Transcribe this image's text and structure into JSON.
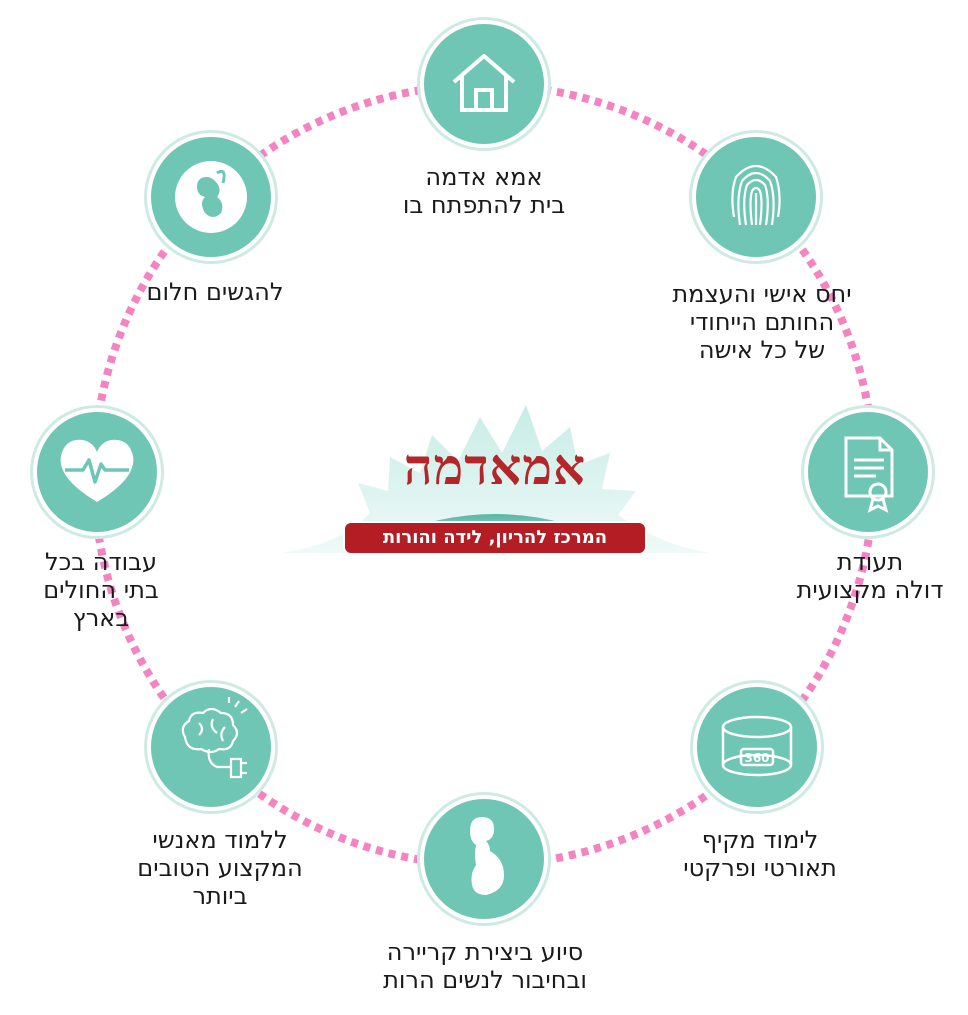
{
  "center_logo": {
    "title": "אמאדמה",
    "subtitle": "המרכז להריון, לידה והורות"
  },
  "colors": {
    "node_fill": "#6fc6b4",
    "ring_dots": "#f483c0",
    "logo_red": "#b51d25"
  },
  "items": [
    {
      "icon": "house-icon",
      "lines": [
        "אמא אדמה",
        "בית להתפתח בו"
      ]
    },
    {
      "icon": "fingerprint-icon",
      "lines": [
        "יחס אישי והעצמת",
        "החותם הייחודי",
        "של כל אישה"
      ]
    },
    {
      "icon": "certificate-icon",
      "lines": [
        "תעודת",
        "דולה מקצועית"
      ]
    },
    {
      "icon": "360-view-icon",
      "lines": [
        "לימוד מקיף",
        "תאורטי ופרקטי"
      ]
    },
    {
      "icon": "pregnant-woman-icon",
      "lines": [
        "סיוע ביצירת קריירה",
        "ובחיבור לנשים הרות"
      ]
    },
    {
      "icon": "brain-plug-icon",
      "lines": [
        "ללמוד מאנשי",
        "המקצוע הטובים",
        "ביותר"
      ]
    },
    {
      "icon": "heart-pulse-icon",
      "lines": [
        "עבודה בכל",
        "בתי החולים",
        "בארץ"
      ]
    },
    {
      "icon": "fetus-icon",
      "lines": [
        "להגשים חלום"
      ]
    }
  ]
}
